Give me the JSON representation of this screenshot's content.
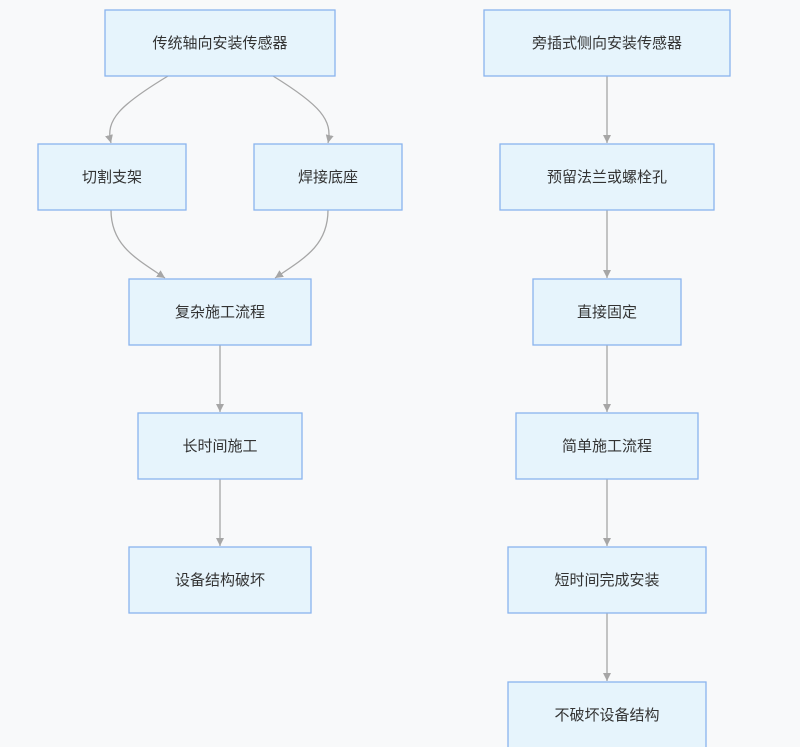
{
  "diagram": {
    "type": "flowchart",
    "nodes": [
      {
        "id": "trad",
        "label": "传统轴向安装传感器"
      },
      {
        "id": "cut",
        "label": "切割支架"
      },
      {
        "id": "weld",
        "label": "焊接底座"
      },
      {
        "id": "complex",
        "label": "复杂施工流程"
      },
      {
        "id": "longtime",
        "label": "长时间施工"
      },
      {
        "id": "damage",
        "label": "设备结构破坏"
      },
      {
        "id": "side",
        "label": "旁插式侧向安装传感器"
      },
      {
        "id": "reserve",
        "label": "预留法兰或螺栓孔"
      },
      {
        "id": "direct",
        "label": "直接固定"
      },
      {
        "id": "simple",
        "label": "简单施工流程"
      },
      {
        "id": "short",
        "label": "短时间完成安装"
      },
      {
        "id": "nodamage",
        "label": "不破坏设备结构"
      }
    ],
    "edges": [
      {
        "from": "trad",
        "to": "cut"
      },
      {
        "from": "trad",
        "to": "weld"
      },
      {
        "from": "cut",
        "to": "complex"
      },
      {
        "from": "weld",
        "to": "complex"
      },
      {
        "from": "complex",
        "to": "longtime"
      },
      {
        "from": "longtime",
        "to": "damage"
      },
      {
        "from": "side",
        "to": "reserve"
      },
      {
        "from": "reserve",
        "to": "direct"
      },
      {
        "from": "direct",
        "to": "simple"
      },
      {
        "from": "simple",
        "to": "short"
      },
      {
        "from": "short",
        "to": "nodamage"
      }
    ],
    "colors": {
      "node_fill": "#e6f4fc",
      "node_border": "#8ab4ee",
      "edge": "#a6a6a6",
      "text": "#333333",
      "background": "#f8f9fa"
    }
  }
}
